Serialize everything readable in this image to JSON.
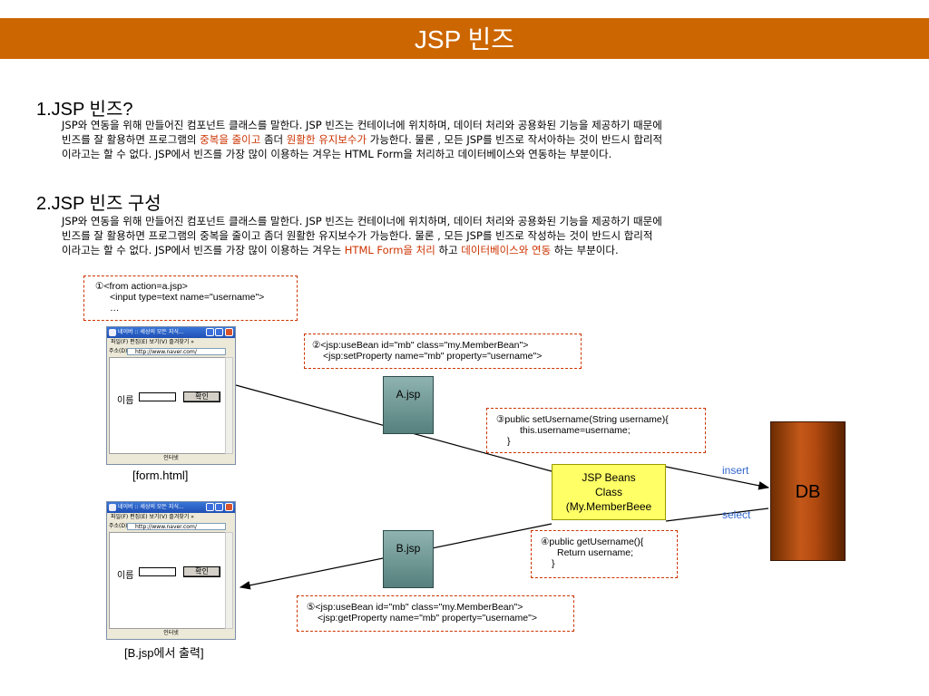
{
  "title": "JSP 빈즈",
  "section1": {
    "heading": "1.JSP 빈즈?",
    "line1": "JSP와 연동을 위해 만들어진 컴포넌트 클래스를 말한다. JSP 빈즈는 컨테이너에 위치하며, 데이터 처리와 공용화된 기능을 제공하기 때문에",
    "line2_a": "빈즈를 잘 활용하면 프로그램의 ",
    "line2_b": "중복을 줄이고",
    "line2_c": " 좀더 ",
    "line2_d": "원활한 유지보수가",
    "line2_e": " 가능한다. 물론 , 모든 JSP를 빈즈로 작서아하는 것이 반드시 합리적",
    "line3": "이라고는 할 수 없다. JSP에서 빈즈를 가장 많이 이용하는 겨우는 HTML Form을 처리하고 데이터베이스와 연동하는 부분이다."
  },
  "section2": {
    "heading": "2.JSP 빈즈 구성",
    "line1": "JSP와 연동을 위해 만들어진 컴포넌트 클래스를 말한다. JSP 빈즈는 컨테이너에 위치하며, 데이터 처리와 공용화된 기능을 제공하기 때문에",
    "line2": "빈즈를 잘 활용하면 프로그램의 중복을 줄이고 좀더 원활한 유지보수가 가능한다. 물론 , 모든 JSP를 빈즈로 작성하는 것이 반드시 합리적",
    "line3_a": "이라고는 할 수 없다. JSP에서 빈즈를 가장 많이 이용하는 겨우는 ",
    "line3_b": "HTML Form을 처리",
    "line3_c": " 하고 ",
    "line3_d": "데이터베이스와 연동",
    "line3_e": " 하는 부분이다."
  },
  "diagram": {
    "box1": [
      "①<from action=a.jsp>",
      "<input type=text name=\"username\">",
      "…"
    ],
    "box2": [
      "②<jsp:useBean id=\"mb\" class=\"my.MemberBean\">",
      "<jsp:setProperty name=\"mb\" property=\"username\">"
    ],
    "box3": [
      "③public setUsername(String username){",
      "this.username=username;",
      "}"
    ],
    "box4": [
      "④public getUsername(){",
      "Return username;",
      "}"
    ],
    "box5": [
      "⑤<jsp:useBean id=\"mb\" class=\"my.MemberBean\">",
      "<jsp:getProperty name=\"mb\" property=\"username\">"
    ],
    "ajsp": "A.jsp",
    "bjsp": "B.jsp",
    "beans": [
      "JSP Beans",
      "Class",
      "(My.MemberBeee"
    ],
    "db": "DB",
    "insert": "insert",
    "select": "select",
    "caption_form": "[form.html]",
    "caption_b": "[B.jsp에서 출력]"
  },
  "browser": {
    "title": "네이버 :: 세상의 모든 지식...",
    "menu": "파일(F)  편집(E)  보기(V)  즐겨찾기  »",
    "addr_label": "주소(D)",
    "url": "http://www.naver.com/",
    "field_label": "이름",
    "button": "확인",
    "status": "인터넷"
  },
  "colors": {
    "title_bg": "#cc6600",
    "highlight": "#cc3300",
    "db_fill": "#b24a10",
    "beans_fill": "#ffff66",
    "label_blue": "#3366cc"
  }
}
